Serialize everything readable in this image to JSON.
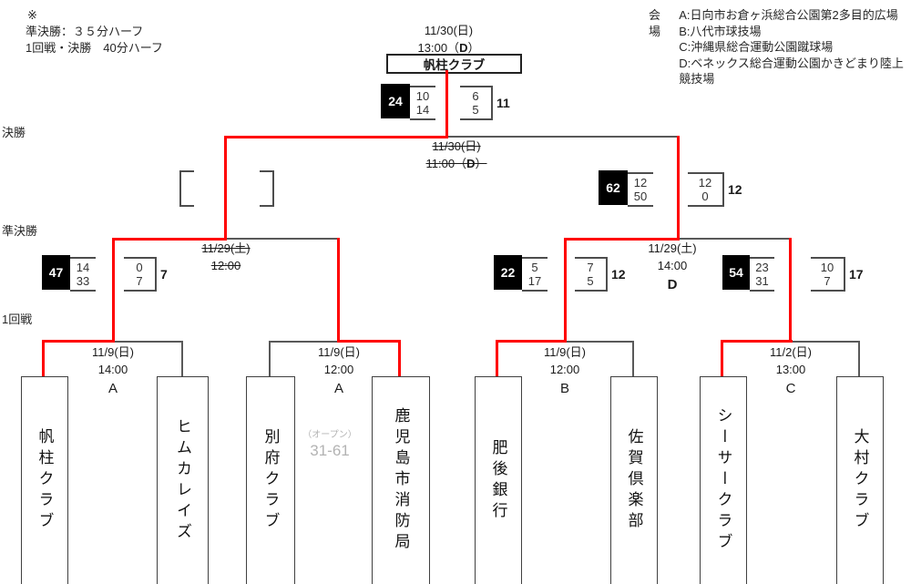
{
  "notes": {
    "mark": "※",
    "semifinal_rule": "準決勝：３５分ハーフ",
    "other_rule": "1回戦・決勝　40分ハーフ"
  },
  "venues": {
    "label": "会場",
    "a": "A:日向市お倉ヶ浜総合公園第2多目的広場",
    "b": "B:八代市球技場",
    "c": "C:沖縄県総合運動公園蹴球場",
    "d": "D:ベネックス総合運動公園かきどまり陸上競技場"
  },
  "round_labels": {
    "final": "決勝",
    "semifinal": "準決勝",
    "first": "1回戦"
  },
  "champion": {
    "name": "帆柱クラブ"
  },
  "final": {
    "date": "11/30(日)",
    "time_prefix": "13:00（",
    "venue": "D",
    "time_suffix": "）",
    "old_date": "11/30(日)",
    "old_time_prefix": "11:00（",
    "old_venue": "D",
    "old_time_suffix": "）",
    "winner_total": "24",
    "winner_half1": "10",
    "winner_half2": "14",
    "loser_half1": "6",
    "loser_half2": "5",
    "loser_total": "11"
  },
  "semi_left": {
    "old_date": "11/29(土)",
    "old_time": "12:00"
  },
  "semi_right": {
    "date": "11/29(土)",
    "time": "14:00",
    "venue": "D",
    "winner_total": "62",
    "winner_half1": "12",
    "winner_half2": "50",
    "loser_half1": "12",
    "loser_half2": "0",
    "loser_total": "12"
  },
  "match1": {
    "date": "11/9(日)",
    "time": "14:00",
    "venue": "A",
    "winner_total": "47",
    "winner_half1": "14",
    "winner_half2": "33",
    "loser_half1": "0",
    "loser_half2": "7",
    "loser_total": "7"
  },
  "match2": {
    "date": "11/9(日)",
    "time": "12:00",
    "venue": "A",
    "open_label": "（オープン）",
    "open_score": "31-61"
  },
  "match3": {
    "date": "11/9(日)",
    "time": "12:00",
    "venue": "B",
    "winner_total": "22",
    "winner_half1": "5",
    "winner_half2": "17",
    "loser_half1": "7",
    "loser_half2": "5",
    "loser_total": "12"
  },
  "match4": {
    "date": "11/2(日)",
    "time": "13:00",
    "venue": "C",
    "winner_total": "54",
    "winner_half1": "23",
    "winner_half2": "31",
    "loser_half1": "10",
    "loser_half2": "7",
    "loser_total": "17"
  },
  "teams": {
    "t1": "帆柱クラブ",
    "t2": "ヒムカレイズ",
    "t3": "別府クラブ",
    "t4": "鹿児島市消防局",
    "t5": "肥後銀行",
    "t6": "佐賀倶楽部",
    "t7": "シーサークラブ",
    "t8": "大村クラブ"
  },
  "colors": {
    "winner_path": "#ff0000",
    "line": "#595959",
    "winner_box_bg": "#000000",
    "open_text": "#b3b3b3"
  }
}
